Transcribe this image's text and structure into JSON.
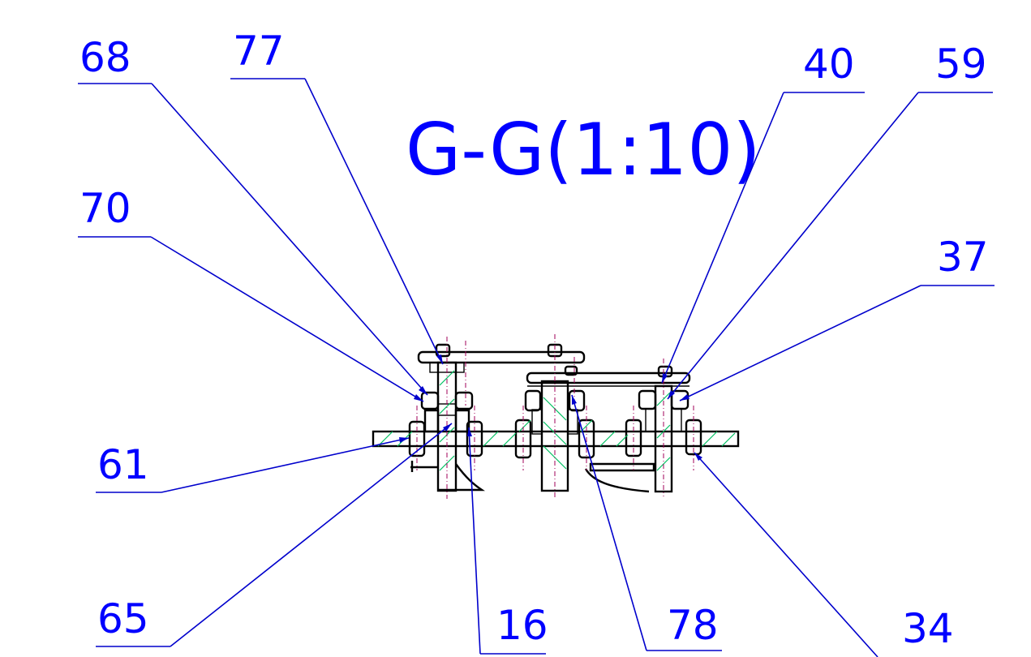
{
  "title": "G-G(1:10)",
  "callouts": [
    "68",
    "77",
    "40",
    "59",
    "70",
    "37",
    "61",
    "65",
    "16",
    "78",
    "34"
  ]
}
